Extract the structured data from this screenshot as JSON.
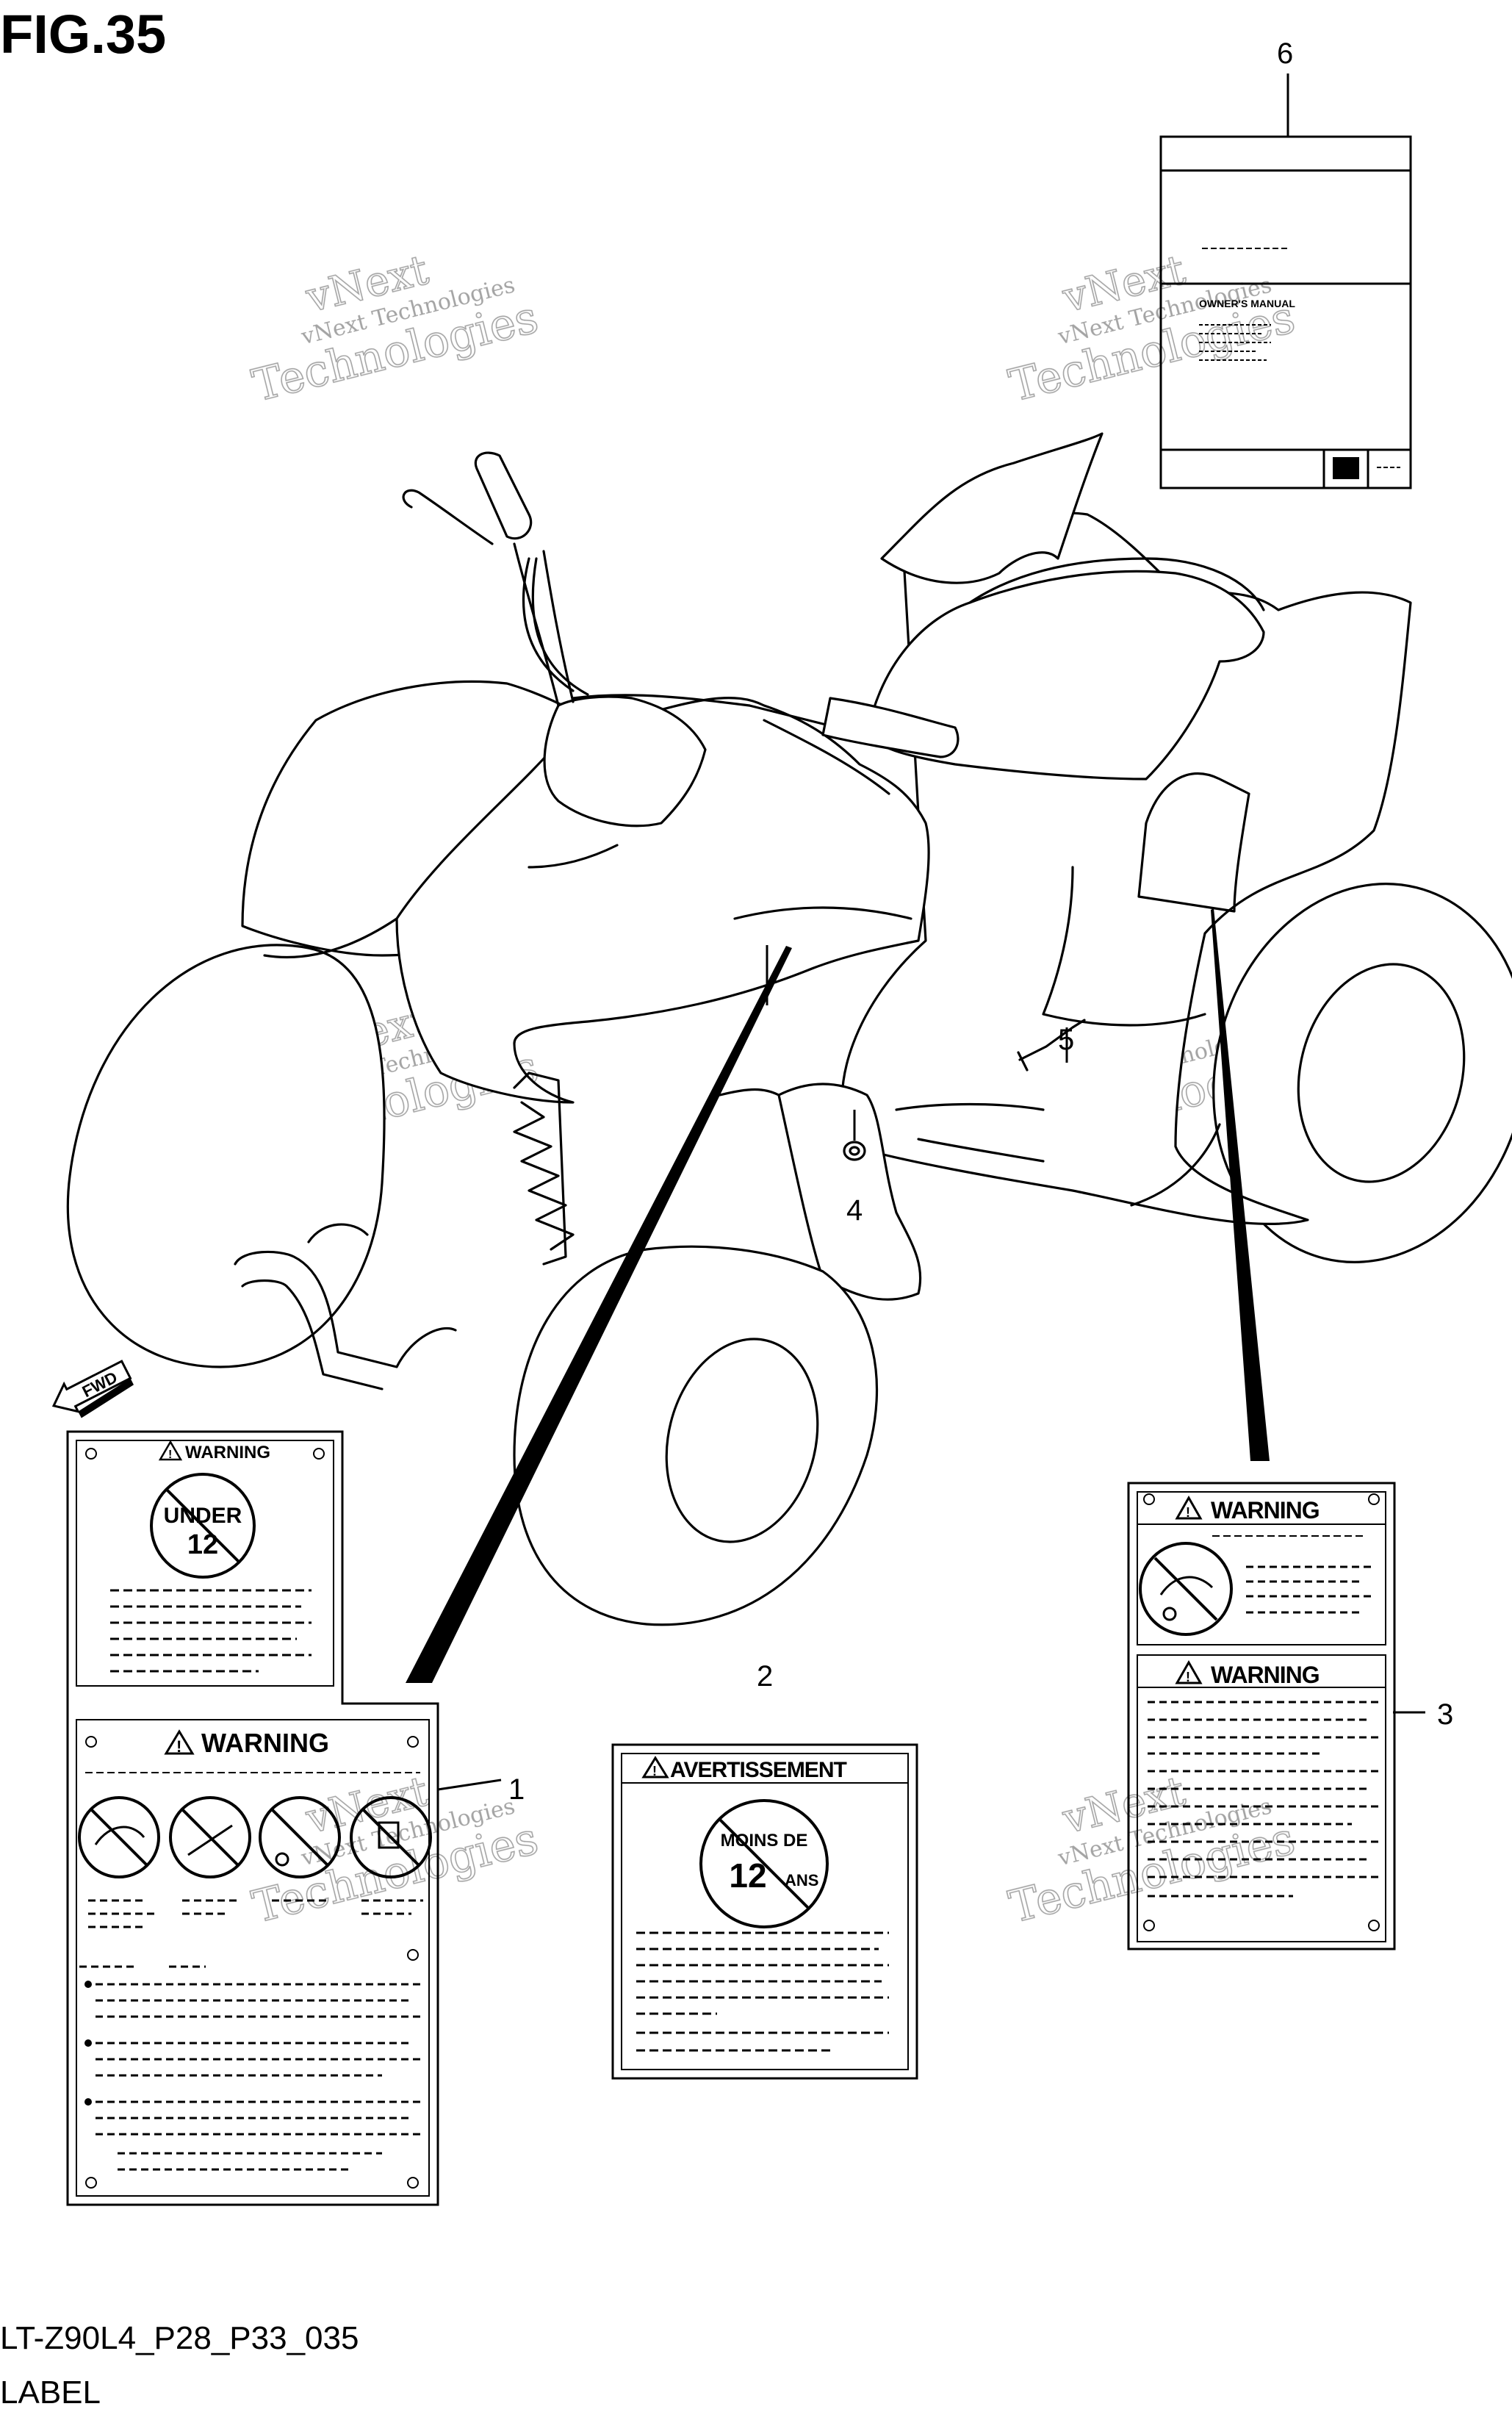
{
  "figure": {
    "title": "FIG.35",
    "code": "LT-Z90L4_P28_P33_035",
    "caption": "LABEL"
  },
  "callouts": [
    "1",
    "2",
    "3",
    "4",
    "5",
    "6"
  ],
  "fwd_arrow": "FWD",
  "watermark": {
    "line1": "vNext",
    "line2": "Technologies",
    "small": "vNext Technologies"
  },
  "label_1": {
    "upper_heading": "WARNING",
    "under_line1": "UNDER",
    "under_line2": "12",
    "lower_heading": "WARNING",
    "icons": [
      "no-passenger-icon",
      "no-road-icon",
      "no-alcohol-icon",
      "no-wheelie-icon"
    ]
  },
  "label_2": {
    "heading": "AVERTISSEMENT",
    "badge_line1": "MOINS DE",
    "badge_num": "12",
    "badge_ans": "ANS"
  },
  "label_3": {
    "upper_heading": "WARNING",
    "lower_heading": "WARNING",
    "icon": "no-passenger-icon"
  },
  "label_6": {
    "manual_title": "OWNER'S MANUAL",
    "logo": "suzuki-logo-icon"
  }
}
